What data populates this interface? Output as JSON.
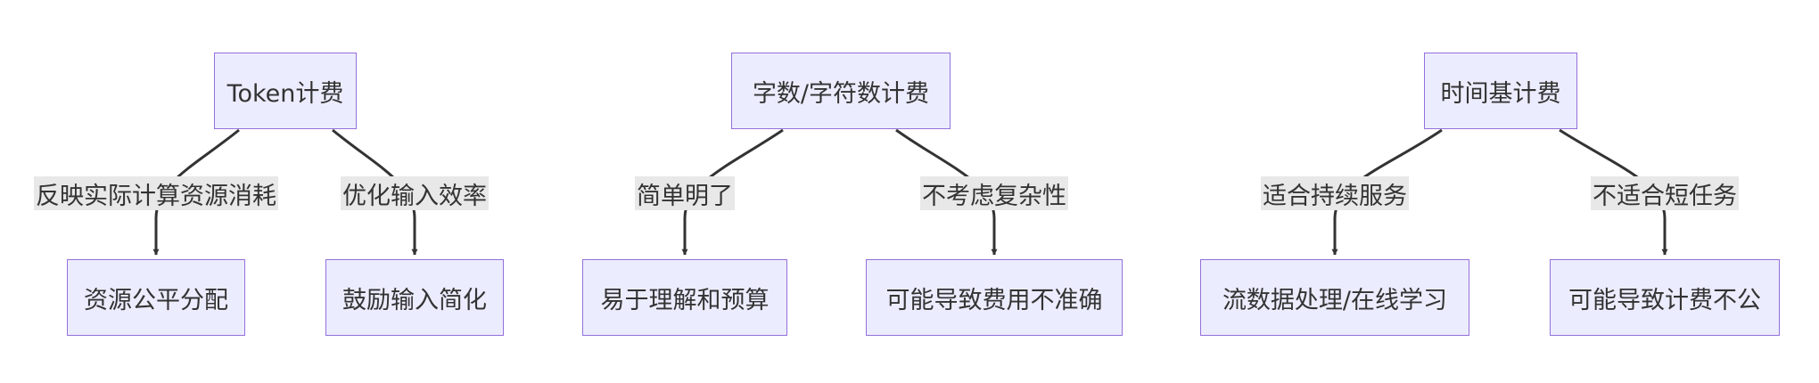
{
  "colors": {
    "node_fill": "#ECECFF",
    "node_border": "#9370DB",
    "edge": "#333333",
    "label_bg": "#E8E8E8",
    "text": "#333333"
  },
  "trees": [
    {
      "root": {
        "label": "Token计费"
      },
      "children": [
        {
          "edge_label": "反映实际计算资源消耗",
          "label": "资源公平分配"
        },
        {
          "edge_label": "优化输入效率",
          "label": "鼓励输入简化"
        }
      ]
    },
    {
      "root": {
        "label": "字数/字符数计费"
      },
      "children": [
        {
          "edge_label": "简单明了",
          "label": "易于理解和预算"
        },
        {
          "edge_label": "不考虑复杂性",
          "label": "可能导致费用不准确"
        }
      ]
    },
    {
      "root": {
        "label": "时间基计费"
      },
      "children": [
        {
          "edge_label": "适合持续服务",
          "label": "流数据处理/在线学习"
        },
        {
          "edge_label": "不适合短任务",
          "label": "可能导致计费不公"
        }
      ]
    }
  ]
}
